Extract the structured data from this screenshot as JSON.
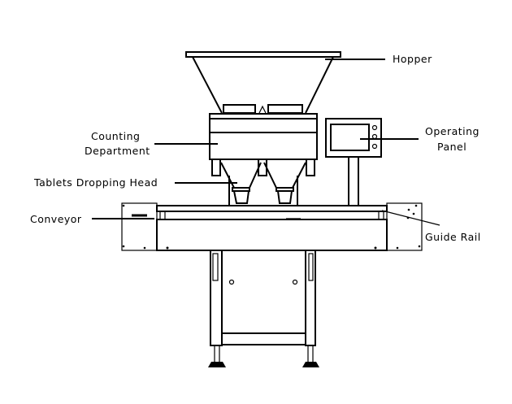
{
  "diagram": {
    "labels": {
      "hopper": "Hopper",
      "counting_line1": "Counting",
      "counting_line2": "Department",
      "dropping_head": "Tablets Dropping Head",
      "conveyor": "Conveyor",
      "operating_line1": "Operating",
      "operating_line2": "Panel",
      "guide_rail": "Guide Rail"
    }
  }
}
